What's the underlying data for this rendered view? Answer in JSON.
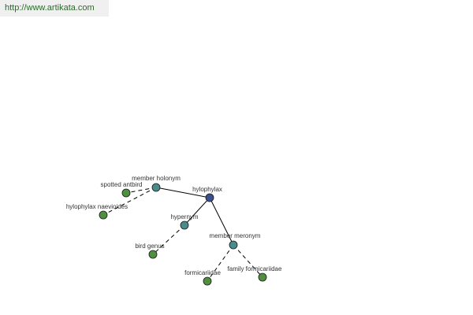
{
  "header": {
    "url": "http://www.artikata.com"
  },
  "colors": {
    "center": "#3b4f8c",
    "relation": "#4a8c8c",
    "leaf": "#4f8f3f",
    "edge": "#000000",
    "url_text": "#2b6a2b"
  },
  "graph": {
    "nodes": [
      {
        "id": "hylophylax",
        "label": "hylophylax",
        "kind": "center"
      },
      {
        "id": "member-holonym",
        "label": "member holonym",
        "kind": "relation"
      },
      {
        "id": "hypernym",
        "label": "hypernym",
        "kind": "relation"
      },
      {
        "id": "member-meronym",
        "label": "member meronym",
        "kind": "relation"
      },
      {
        "id": "spotted-antbird",
        "label": "spotted antbird",
        "kind": "leaf"
      },
      {
        "id": "hylophylax-naevioides",
        "label": "hylophylax naevioides",
        "kind": "leaf"
      },
      {
        "id": "bird-genus",
        "label": "bird genus",
        "kind": "leaf"
      },
      {
        "id": "formicariidae",
        "label": "formicariidae",
        "kind": "leaf"
      },
      {
        "id": "family-formicariidae",
        "label": "family formicariidae",
        "kind": "leaf"
      }
    ],
    "edges": [
      {
        "from": "hylophylax",
        "to": "member-holonym",
        "style": "solid"
      },
      {
        "from": "hylophylax",
        "to": "hypernym",
        "style": "solid"
      },
      {
        "from": "hylophylax",
        "to": "member-meronym",
        "style": "solid"
      },
      {
        "from": "member-holonym",
        "to": "spotted-antbird",
        "style": "dashed"
      },
      {
        "from": "member-holonym",
        "to": "hylophylax-naevioides",
        "style": "dashed"
      },
      {
        "from": "hypernym",
        "to": "bird-genus",
        "style": "dashed"
      },
      {
        "from": "member-meronym",
        "to": "formicariidae",
        "style": "dashed"
      },
      {
        "from": "member-meronym",
        "to": "family-formicariidae",
        "style": "dashed"
      }
    ]
  }
}
